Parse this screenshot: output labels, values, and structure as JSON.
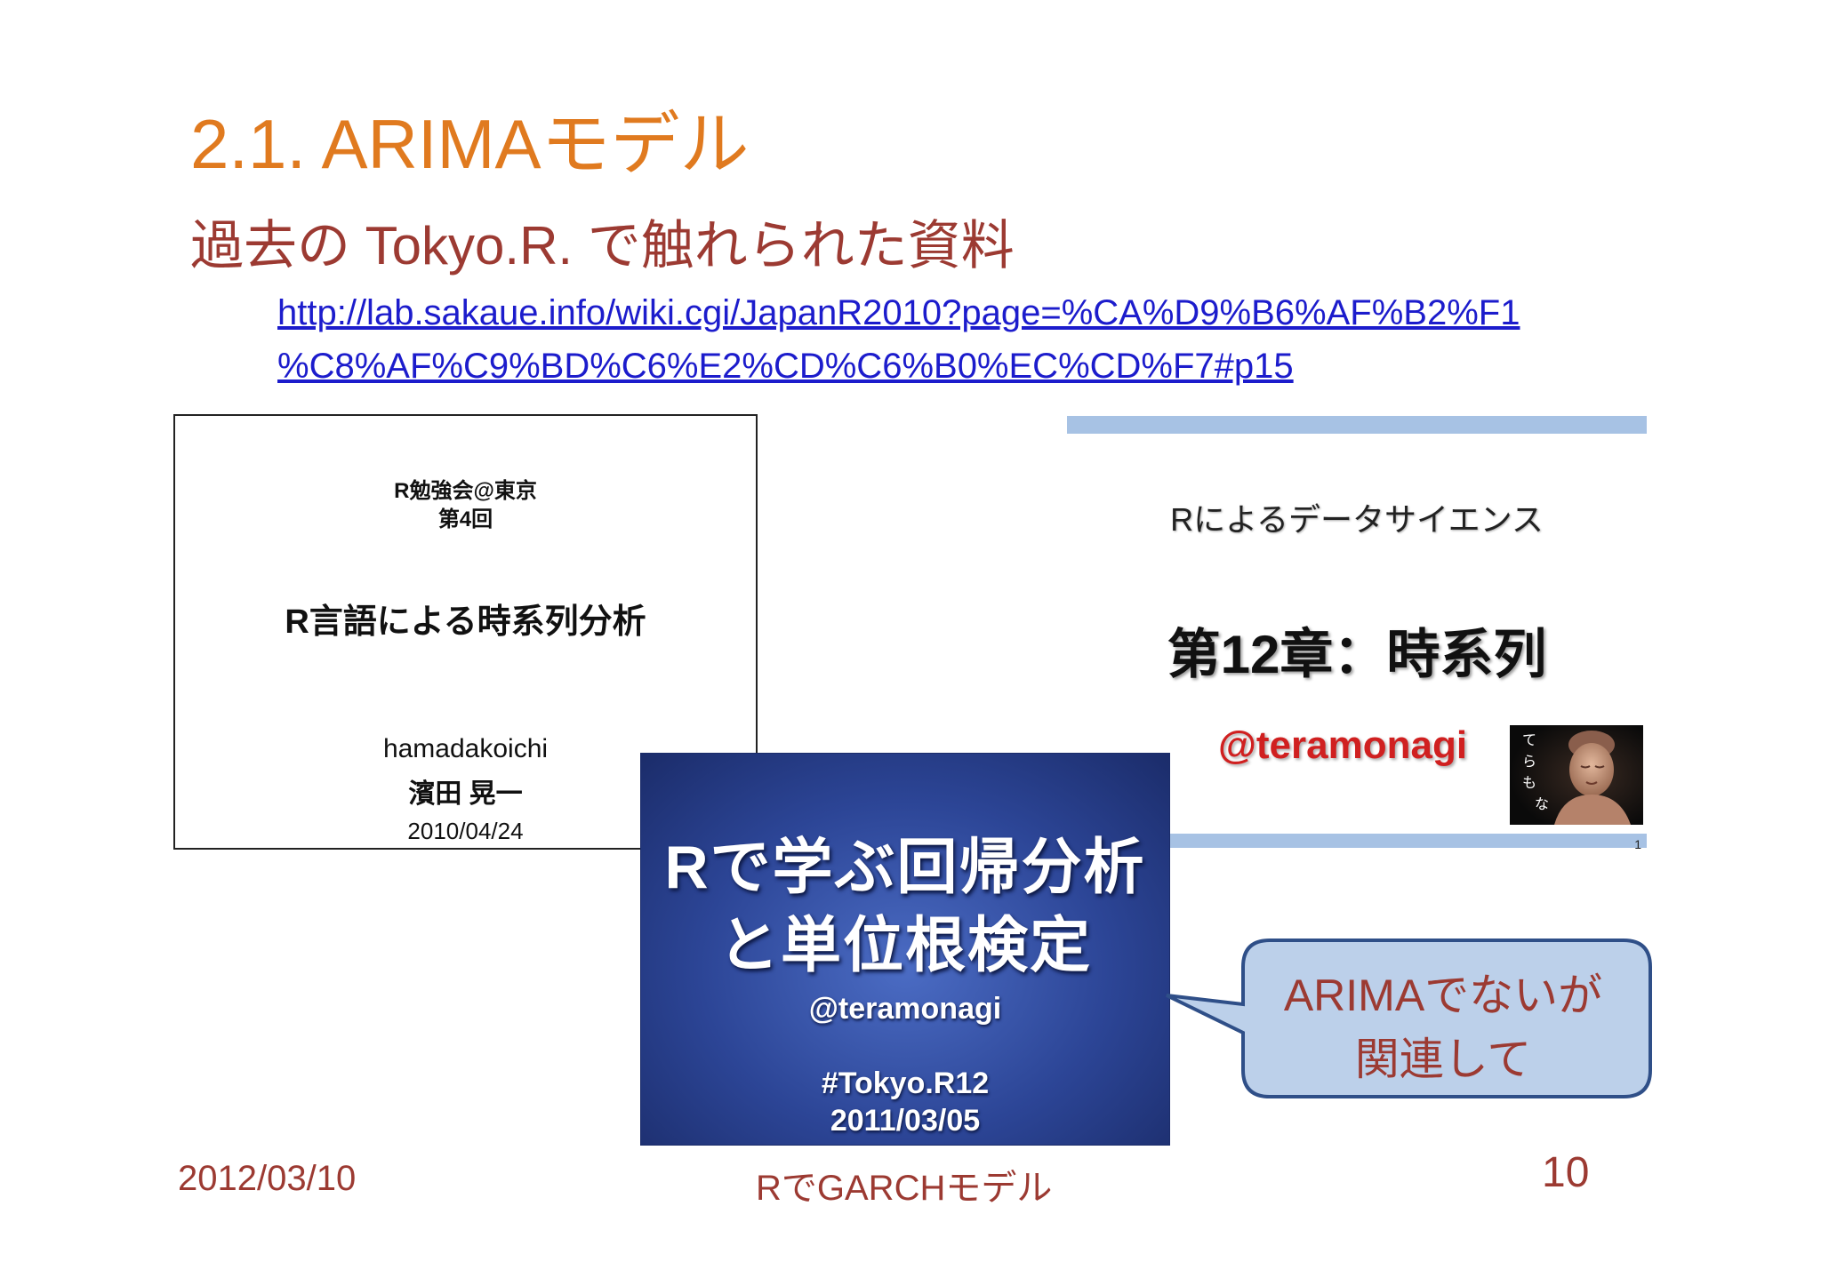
{
  "slide": {
    "title": "2.1. ARIMAモデル",
    "subtitle": "過去の Tokyo.R. で触れられた資料",
    "link_line1": "http://lab.sakaue.info/wiki.cgi/JapanR2010?page=%CA%D9%B6%AF%B2%F1",
    "link_line2": "%C8%AF%C9%BD%C6%E2%CD%C6%B0%EC%CD%F7#p15"
  },
  "thumb1": {
    "header1": "R勉強会@東京",
    "header2": "第4回",
    "title": "R言語による時系列分析",
    "author": "hamadakoichi",
    "author_jp": "濱田 晃一",
    "date": "2010/04/24"
  },
  "thumb2": {
    "series": "Rによるデータサイエンス",
    "chapter": "第12章：時系列",
    "handle": "@teramonagi",
    "page_number": "1",
    "photo_caption": "てらもなぎ"
  },
  "thumb3": {
    "title_line1": "Rで学ぶ回帰分析",
    "title_line2": "と単位根検定",
    "handle": "@teramonagi",
    "tag": "#Tokyo.R12",
    "date": "2011/03/05"
  },
  "callout": {
    "line1": "ARIMAでないが",
    "line2": "関連して"
  },
  "footer": {
    "date": "2012/03/10",
    "title": "RでGARCHモデル",
    "page": "10"
  },
  "colors": {
    "title": "#e07a1f",
    "subtitle": "#9c3a32",
    "link": "#1c1ccc",
    "callout_fill": "#bcd0ea",
    "callout_border": "#2f4f88",
    "bar": "#a7c2e4"
  }
}
